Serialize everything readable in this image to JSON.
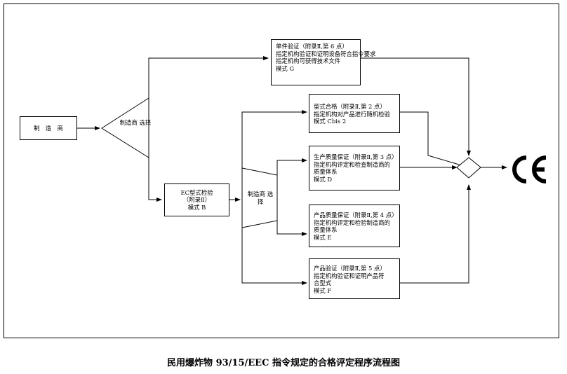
{
  "diagram": {
    "caption": "民用爆炸物 93/15/EEC 指令规定的合格评定程序流程图",
    "manufacturer": "制　造　商",
    "choice_1": [
      "制造商",
      "选择"
    ],
    "choice_2": [
      "制造商",
      "选择"
    ],
    "module_g": [
      "单件验证（附录Ⅱ,第 6 点）",
      "指定机构验证和证明设备符合指令要求",
      "指定机构可获得技术文件",
      "模式 G"
    ],
    "module_b": [
      "EC型式检验",
      "（附录Ⅱ）",
      "模式 B"
    ],
    "module_cbis2": [
      "型式合格（附录Ⅱ,第 2 点）",
      "指定机构对产品进行随机检验",
      "模式 Cbis 2"
    ],
    "module_d": [
      "生产质量保证（附录Ⅱ,第 3 点）",
      "指定机构评定和检查制造商的",
      "质量体系",
      "模式 D"
    ],
    "module_e": [
      "产品质量保证（附录Ⅱ,第 4 点）",
      "指定机构评定和检验制造商的",
      "质量体系",
      "模式 E"
    ],
    "module_f": [
      "产品验证（附录Ⅱ,第 5 点）",
      "指定机构验证和证明产品符",
      "合型式",
      "模式 F"
    ],
    "ce_mark": "CE"
  }
}
